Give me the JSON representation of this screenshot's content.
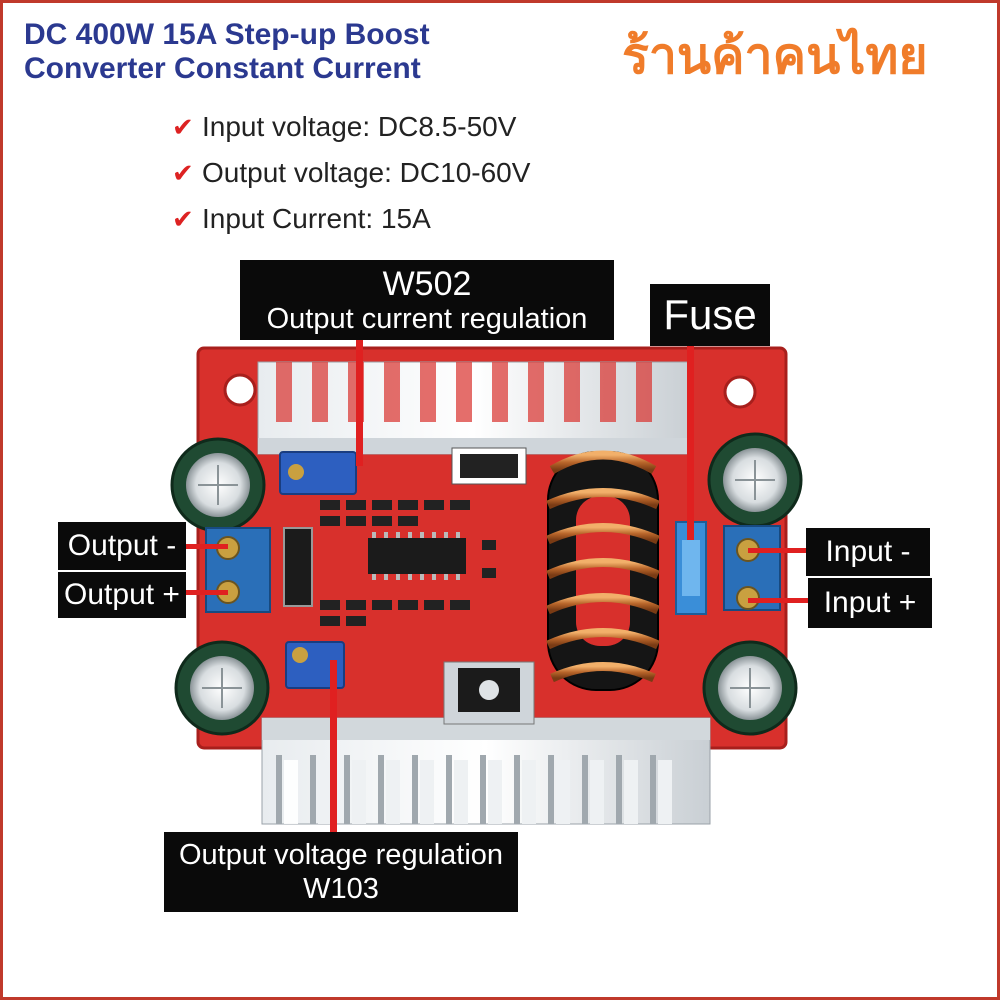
{
  "header": {
    "title_line1": "DC 400W 15A Step-up Boost",
    "title_line2": "Converter Constant Current",
    "shop_name": "ร้านค้าคนไทย"
  },
  "specs": [
    {
      "text": "Input voltage:  DC8.5-50V"
    },
    {
      "text": "Output voltage:  DC10-60V"
    },
    {
      "text": "Input Current:  15A"
    }
  ],
  "labels": {
    "w502_title": "W502",
    "w502_desc": "Output current regulation",
    "fuse": "Fuse",
    "output_minus": "Output -",
    "output_plus": "Output +",
    "input_minus": "Input -",
    "input_plus": "Input +",
    "w103_desc": "Output voltage regulation",
    "w103_title": "W103"
  },
  "colors": {
    "title": "#2b3990",
    "shop": "#f07c2a",
    "pcb": "#d8302c",
    "label_bg": "#0a0a0a",
    "lead": "#e02020"
  }
}
